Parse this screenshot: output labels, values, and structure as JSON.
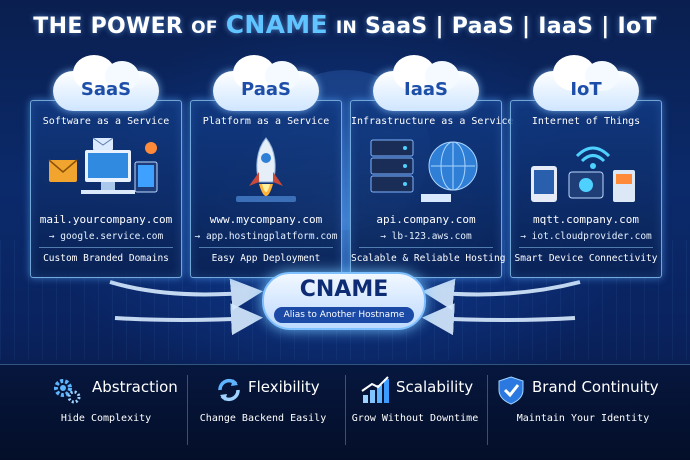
{
  "title": {
    "prefix": "THE POWER",
    "of": "OF",
    "cname": "CNAME",
    "in": "IN",
    "rest": "SaaS | PaaS | IaaS | IoT"
  },
  "cards": [
    {
      "cloud": "SaaS",
      "subtitle": "Software as a Service",
      "domain": "mail.yourcompany.com",
      "target": "→ google.service.com",
      "benefit": "Custom Branded Domains"
    },
    {
      "cloud": "PaaS",
      "subtitle": "Platform as a Service",
      "domain": "www.mycompany.com",
      "target": "→ app.hostingplatform.com",
      "benefit": "Easy App Deployment"
    },
    {
      "cloud": "IaaS",
      "subtitle": "Infrastructure as a Service",
      "domain": "api.company.com",
      "target": "→ lb-123.aws.com",
      "benefit": "Scalable & Reliable Hosting"
    },
    {
      "cloud": "IoT",
      "subtitle": "Internet of Things",
      "domain": "mqtt.company.com",
      "target": "→ iot.cloudprovider.com",
      "benefit": "Smart Device Connectivity"
    }
  ],
  "cname_box": {
    "title": "CNAME",
    "subtitle": "Alias to Another Hostname"
  },
  "features": [
    {
      "icon": "gears-icon",
      "title": "Abstraction",
      "subtitle": "Hide Complexity"
    },
    {
      "icon": "refresh-arrows-icon",
      "title": "Flexibility",
      "subtitle": "Change Backend Easily"
    },
    {
      "icon": "bar-chart-icon",
      "title": "Scalability",
      "subtitle": "Grow Without Downtime"
    },
    {
      "icon": "shield-check-icon",
      "title": "Brand Continuity",
      "subtitle": "Maintain Your Identity"
    }
  ],
  "colors": {
    "background": "#0b2a6b",
    "accent": "#5fc4ff",
    "cloud_text": "#1d4fa8",
    "cname_text": "#0d2c73"
  }
}
